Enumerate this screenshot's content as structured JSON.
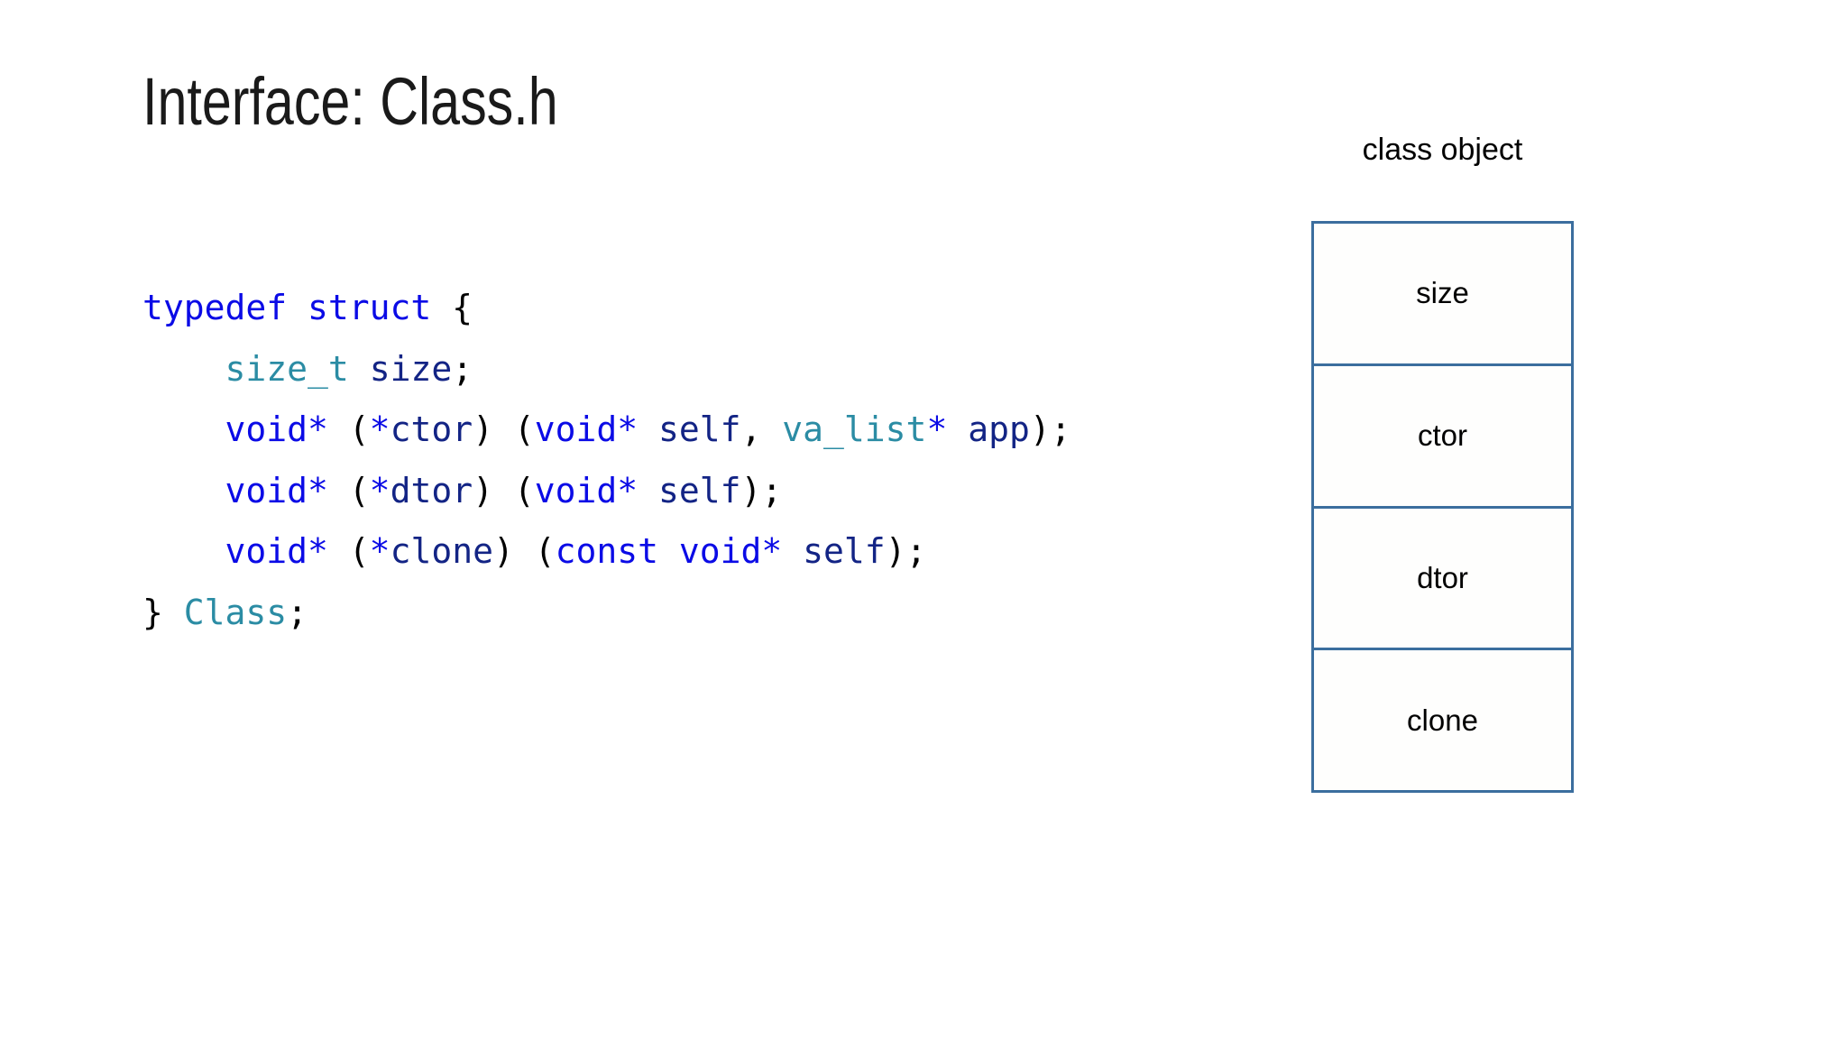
{
  "slide": {
    "title": "Interface: Class.h"
  },
  "code": {
    "colors": {
      "keyword": "#0b0be6",
      "type": "#2b8ca4",
      "identifier": "#132485",
      "punctuation": "#000000"
    },
    "lines": [
      [
        {
          "c": "kw",
          "t": "typedef struct"
        },
        {
          "c": "pu",
          "t": " {"
        }
      ],
      [
        {
          "c": "pu",
          "t": "    "
        },
        {
          "c": "ty",
          "t": "size_t"
        },
        {
          "c": "pu",
          "t": " "
        },
        {
          "c": "id",
          "t": "size"
        },
        {
          "c": "pu",
          "t": ";"
        }
      ],
      [
        {
          "c": "pu",
          "t": "    "
        },
        {
          "c": "kw",
          "t": "void*"
        },
        {
          "c": "pu",
          "t": " ("
        },
        {
          "c": "kw",
          "t": "*"
        },
        {
          "c": "id",
          "t": "ctor"
        },
        {
          "c": "pu",
          "t": ") ("
        },
        {
          "c": "kw",
          "t": "void*"
        },
        {
          "c": "pu",
          "t": " "
        },
        {
          "c": "id",
          "t": "self"
        },
        {
          "c": "pu",
          "t": ", "
        },
        {
          "c": "ty",
          "t": "va_list"
        },
        {
          "c": "kw",
          "t": "*"
        },
        {
          "c": "pu",
          "t": " "
        },
        {
          "c": "id",
          "t": "app"
        },
        {
          "c": "pu",
          "t": ");"
        }
      ],
      [
        {
          "c": "pu",
          "t": "    "
        },
        {
          "c": "kw",
          "t": "void*"
        },
        {
          "c": "pu",
          "t": " ("
        },
        {
          "c": "kw",
          "t": "*"
        },
        {
          "c": "id",
          "t": "dtor"
        },
        {
          "c": "pu",
          "t": ") ("
        },
        {
          "c": "kw",
          "t": "void*"
        },
        {
          "c": "pu",
          "t": " "
        },
        {
          "c": "id",
          "t": "self"
        },
        {
          "c": "pu",
          "t": ");"
        }
      ],
      [
        {
          "c": "pu",
          "t": "    "
        },
        {
          "c": "kw",
          "t": "void*"
        },
        {
          "c": "pu",
          "t": " ("
        },
        {
          "c": "kw",
          "t": "*"
        },
        {
          "c": "id",
          "t": "clone"
        },
        {
          "c": "pu",
          "t": ") ("
        },
        {
          "c": "kw",
          "t": "const"
        },
        {
          "c": "pu",
          "t": " "
        },
        {
          "c": "kw",
          "t": "void*"
        },
        {
          "c": "pu",
          "t": " "
        },
        {
          "c": "id",
          "t": "self"
        },
        {
          "c": "pu",
          "t": ");"
        }
      ],
      [
        {
          "c": "pu",
          "t": "} "
        },
        {
          "c": "ty",
          "t": "Class"
        },
        {
          "c": "pu",
          "t": ";"
        }
      ]
    ]
  },
  "diagram": {
    "label": "class object",
    "border_color": "#3b6e9e",
    "cells": [
      "size",
      "ctor",
      "dtor",
      "clone"
    ]
  }
}
